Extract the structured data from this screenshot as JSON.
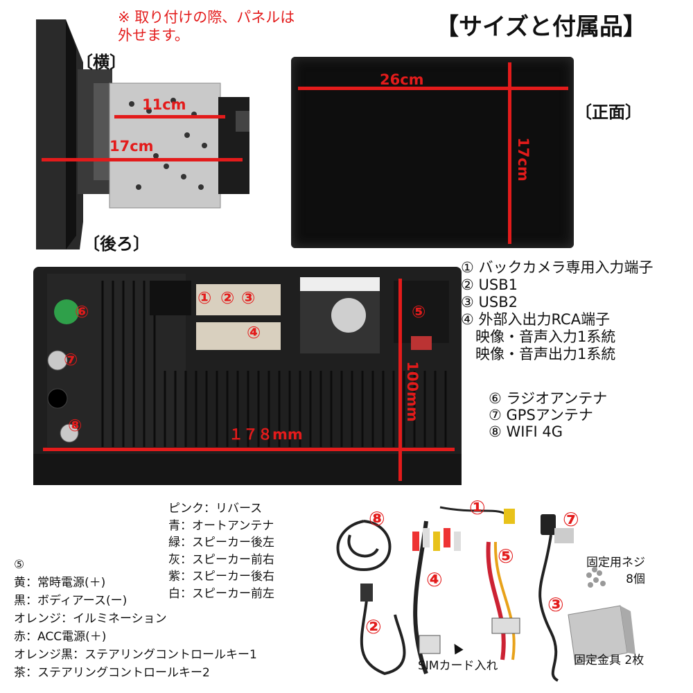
{
  "note": "※ 取り付けの際、パネルは\n外せます。",
  "heading": "【サイズと付属品】",
  "views": {
    "side": "〔横〕",
    "front": "〔正面〕",
    "back": "〔後ろ〕"
  },
  "dimensions": {
    "side_inner": "11cm",
    "side_outer": "17cm",
    "front_width": "26cm",
    "front_height": "17cm",
    "back_height": "100mm",
    "back_width": "１７８mm"
  },
  "port_labels": {
    "p1": "①",
    "p2": "②",
    "p3": "③",
    "p4": "④",
    "p5": "⑤",
    "p6": "⑥",
    "p7": "⑦",
    "p8": "⑧"
  },
  "legend": [
    "① バックカメラ専用入力端子",
    "② USB1",
    "③ USB2",
    "④ 外部入出力RCA端子",
    "　映像・音声入力1系統",
    "　映像・音声出力1系統"
  ],
  "legend2": [
    "⑥ ラジオアンテナ",
    "⑦ GPSアンテナ",
    "⑧ WIFI 4G"
  ],
  "wire_colors": [
    "ピンク：リバース",
    "青：オートアンテナ",
    "緑：スピーカー後左",
    "灰：スピーカー前右",
    "紫：スピーカー後右",
    "白：スピーカー前左"
  ],
  "power_title": "⑤",
  "power_wires": [
    "黄：常時電源(＋)",
    "黒：ボディアース(ー)",
    "オレンジ：イルミネーション",
    "赤：ACC電源(＋)",
    "オレンジ黒：ステアリングコントロールキー1",
    "茶：ステアリングコントロールキー2"
  ],
  "accessories": {
    "screws": "固定用ネジ\n8個",
    "bracket": "固定金具 2枚",
    "sim": "SIMカード入れ"
  },
  "colors": {
    "accent": "#e31b1b",
    "unit": "#1a1a1a"
  }
}
